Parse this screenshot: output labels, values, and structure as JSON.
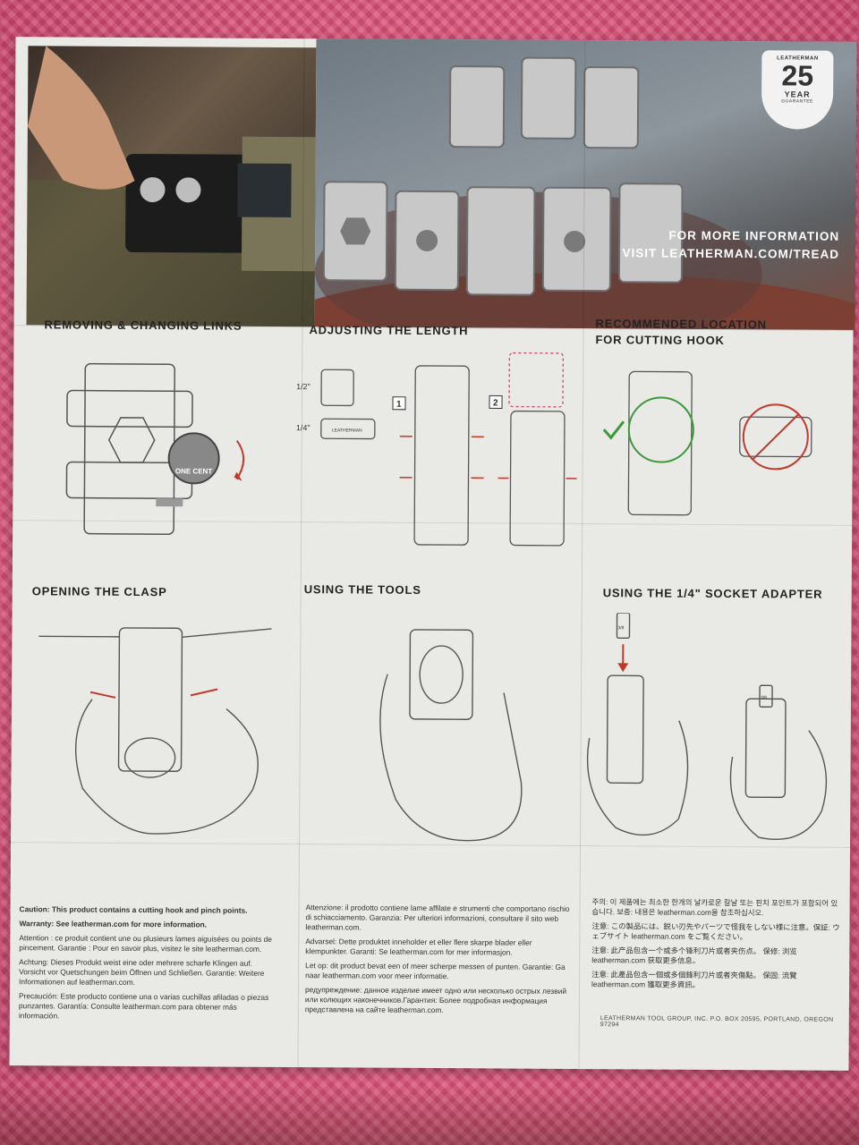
{
  "photo_panel": {
    "badge": {
      "brand": "LEATHERMAN",
      "number": "25",
      "label": "YEAR",
      "sublabel": "GUARANTEE"
    },
    "info_line1": "FOR MORE INFORMATION",
    "info_line2": "VISIT LEATHERMAN.COM/TREAD"
  },
  "sections": {
    "removing": {
      "title": "REMOVING & CHANGING LINKS",
      "coin_text": "ONE CENT"
    },
    "adjusting": {
      "title": "ADJUSTING THE LENGTH",
      "size_half": "1/2\"",
      "size_quarter": "1/4\"",
      "link_brand": "LEATHERMAN",
      "step1": "1",
      "step2": "2"
    },
    "recommended": {
      "title_line1": "RECOMMENDED LOCATION",
      "title_line2": "FOR CUTTING HOOK"
    },
    "clasp": {
      "title": "OPENING THE CLASP"
    },
    "tools": {
      "title": "USING THE TOOLS"
    },
    "socket": {
      "title": "USING THE 1/4\" SOCKET ADAPTER",
      "socket_label": "3/8"
    }
  },
  "warnings": {
    "left": [
      "Caution: This product contains a cutting hook and pinch points.",
      "Warranty: See leatherman.com for more information.",
      "Attention : ce produit contient une ou plusieurs lames aiguisées ou points de pincement. Garantie : Pour en savoir plus, visitez le site leatherman.com.",
      "Achtung: Dieses Produkt weist eine oder mehrere scharfe Klingen auf. Vorsicht vor Quetschungen beim Öffnen und Schließen. Garantie: Weitere Informationen auf leatherman.com.",
      "Precaución: Este producto contiene una o varias cuchillas afiladas o piezas punzantes. Garantía: Consulte leatherman.com para obtener más información."
    ],
    "middle": [
      "Attenzione: il prodotto contiene lame affilate e strumenti che comportano rischio di schiacciamento. Garanzia: Per ulteriori informazioni, consultare il sito web leatherman.com.",
      "Advarsel: Dette produktet inneholder et eller flere skarpe blader eller klempunkter. Garanti: Se leatherman.com for mer informasjon.",
      "Let op: dit product bevat een of meer scherpe messen of punten. Garantie: Ga naar leatherman.com voor meer informatie.",
      "редупреждение: данное изделие имеет одно или несколько острых лезвий или колющих наконечников.Гарантия: Более подробная информация представлена на сайте leatherman.com."
    ],
    "right": [
      "주의: 이 제품에는 최소한 한개의 날카로운 칼날 또는 핀치 포인트가 포함되어 있습니다. 보증: 내용은 leatherman.com을 참조하십시오.",
      "注意: この製品には、鋭い刃先やパーツで怪我をしない様に注意。保証: ウェブサイト leatherman.com をご覧ください。",
      "注意: 此产品包含一个或多个锋利刀片或者夹伤点。 保修: 浏览 leatherman.com 获取更多信息。",
      "注意: 此產品包含一個或多個鋒利刀片或者夾傷點。 保固: 流覽 leatherman.com 獲取更多資訊。"
    ],
    "address": "LEATHERMAN TOOL GROUP, INC.   P.O. BOX 20595, PORTLAND, OREGON 97294"
  },
  "colors": {
    "mat": "#e2587f",
    "paper": "#e9e9e6",
    "arrow_red": "#c0392b",
    "check_green": "#3c9a3c"
  }
}
